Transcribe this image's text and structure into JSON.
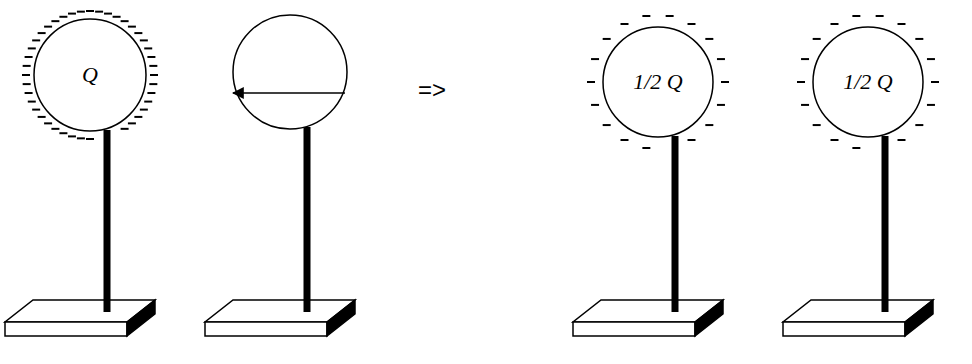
{
  "diagram": {
    "nodes": [
      {
        "text": [
          "Q"
        ]
      },
      {
        "text": [
          "1/2 Q"
        ]
      },
      {
        "text": [
          "1/2 Q"
        ]
      }
    ],
    "labels": [
      "=>"
    ]
  }
}
